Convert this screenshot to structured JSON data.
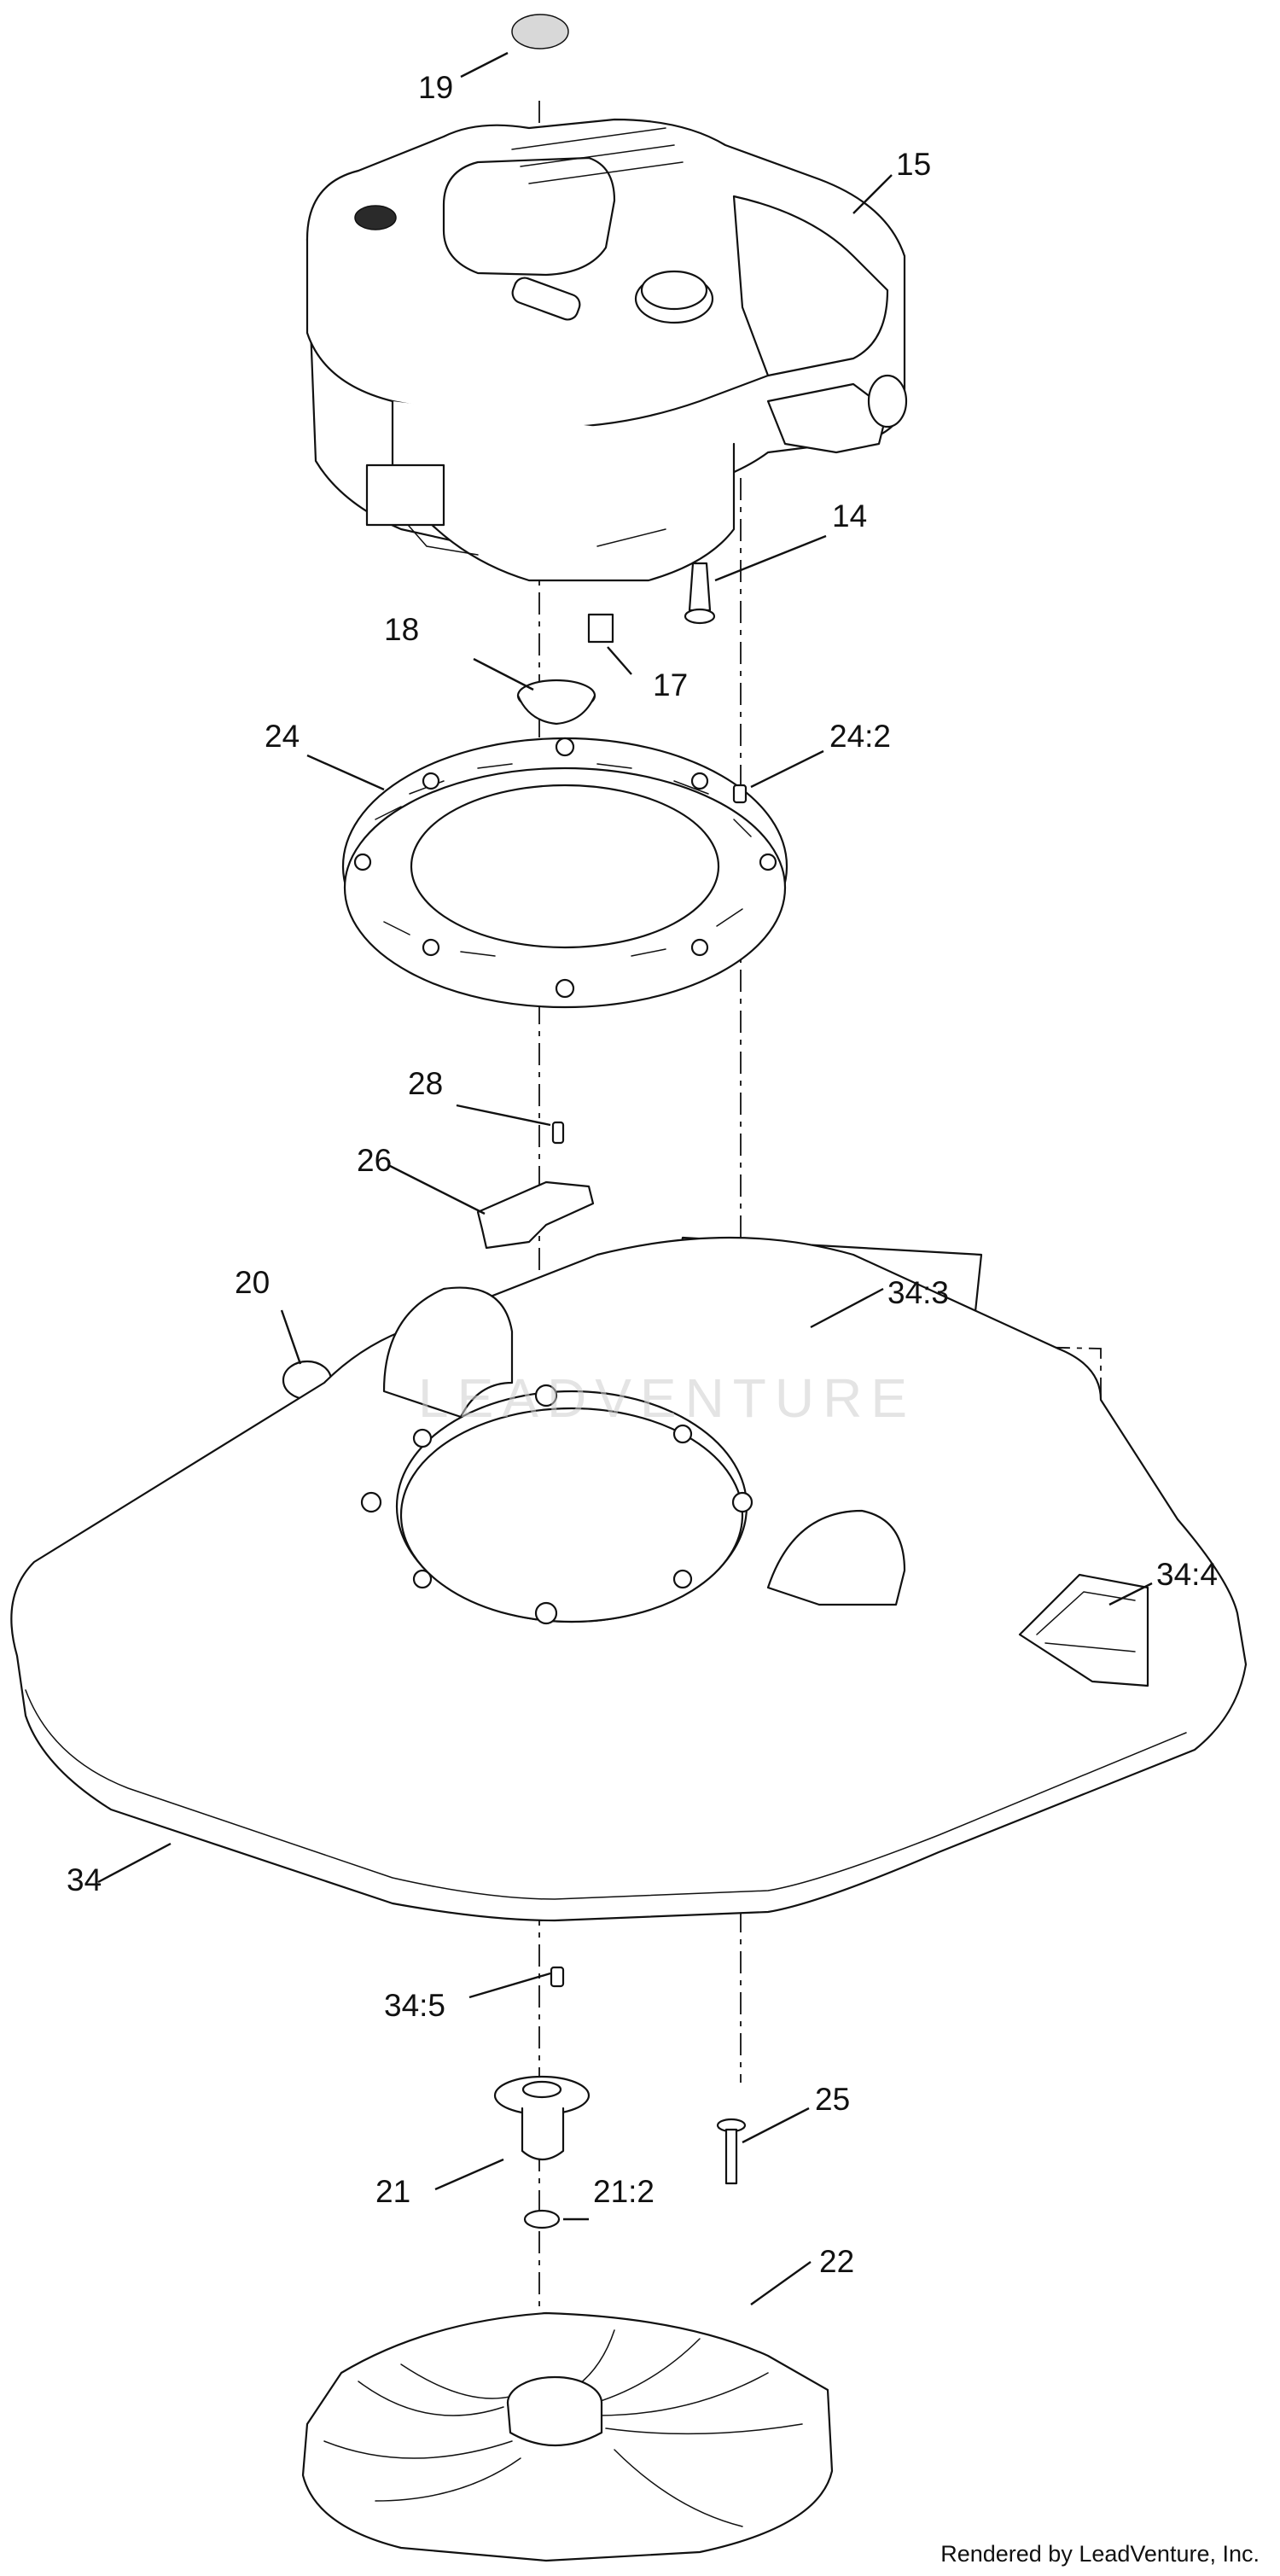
{
  "diagram": {
    "watermark": "LEADVENTURE",
    "footer": "Rendered by LeadVenture, Inc.",
    "callouts": [
      "19",
      "15",
      "14",
      "18",
      "17",
      "24",
      "24:2",
      "28",
      "26",
      "20",
      "34:3",
      "34:4",
      "34",
      "34:5",
      "25",
      "21",
      "21:2",
      "22"
    ]
  }
}
